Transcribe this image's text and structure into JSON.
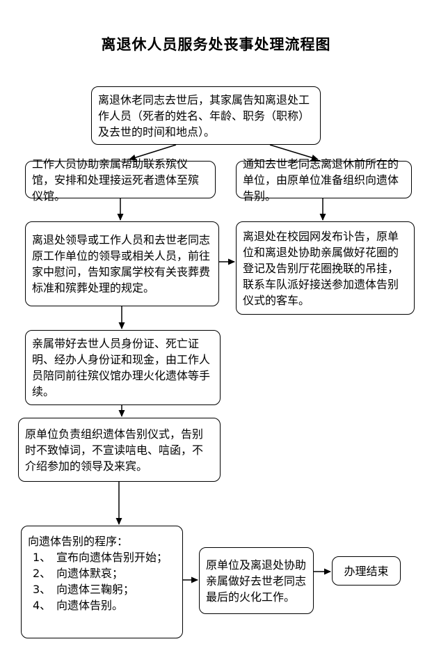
{
  "page": {
    "title": "离退休人员服务处丧事处理流程图"
  },
  "nodes": {
    "death_notice": "离退休老同志去世后，其家属告知离退处工作人员（死者的姓名、年龄、职务（职称）及去世的时间和地点）。",
    "staff_assist": "工作人员协助亲属帮助联系殡仪馆，安排和处理接运死者遗体至殡仪馆。",
    "notify_unit": "通知去世老同志离退休前所在的单位，由原单位准备组织向遗体告别。",
    "condolence_visit": "离退处领导或工作人员和去世老同志原工作单位的领导或相关人员，前往家中慰问，告知家属学校有关丧葬费标准和殡葬处理的规定。",
    "obituary_arrange": "离退处在校园网发布讣告，原单位和离退处协助亲属做好花圈的登记及告别厅花圈挽联的吊挂，联系车队派好接送参加遗体告别仪式的客车。",
    "documents_cremation": "亲属带好去世人员身份证、死亡证明、经办人身份证和现金，由工作人员陪同前往殡仪馆办理火化遗体等手续。",
    "farewell_ceremony": "原单位负责组织遗体告别仪式，告别时不致悼词，不宣读唁电、唁函，不介绍参加的领导及来宾。",
    "farewell_program": {
      "heading": "向遗体告别的程序：",
      "items": [
        {
          "num": "1、",
          "text": "宣布向遗体告别开始；"
        },
        {
          "num": "2、",
          "text": "向遗体默哀；"
        },
        {
          "num": "3、",
          "text": "向遗体三鞠躬；"
        },
        {
          "num": "4、",
          "text": "向遗体告别。"
        }
      ]
    },
    "final_cremation": "原单位及离退处协助亲属做好去世老同志最后的火化工作。",
    "end": "办理结束"
  }
}
